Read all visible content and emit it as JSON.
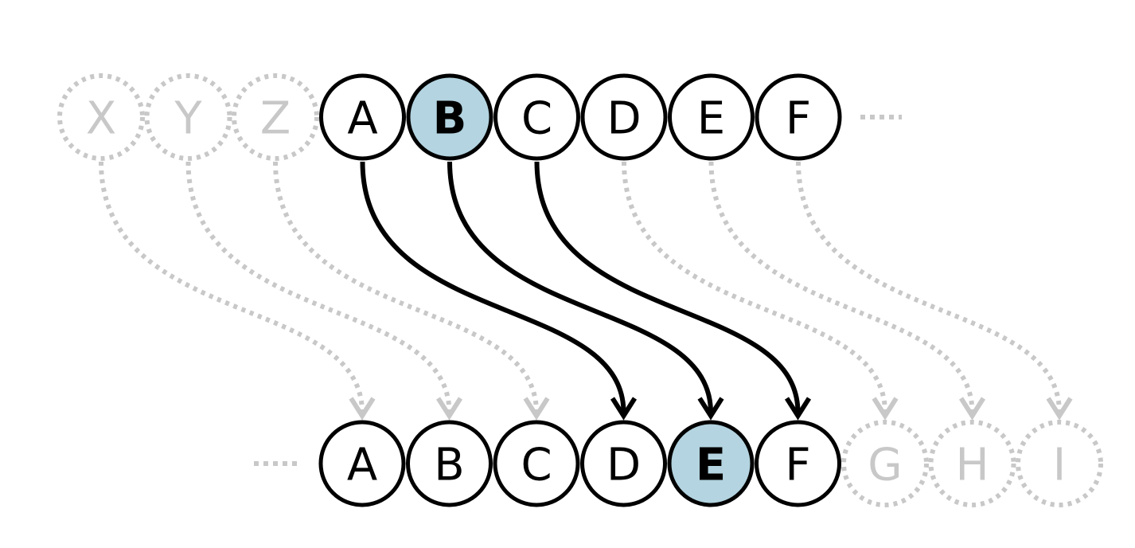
{
  "colors": {
    "active_stroke": "#000000",
    "ghost_stroke": "#c8c8c8",
    "highlight_fill": "#b3d4e0",
    "node_fill": "#ffffff"
  },
  "top_row": {
    "ghost_before": [
      "X",
      "Y",
      "Z"
    ],
    "active": [
      "A",
      "B",
      "C",
      "D",
      "E",
      "F"
    ],
    "highlighted": "B",
    "trailing_ellipsis": true
  },
  "bottom_row": {
    "leading_ellipsis": true,
    "active": [
      "A",
      "B",
      "C",
      "D",
      "E",
      "F"
    ],
    "ghost_after": [
      "G",
      "H",
      "I"
    ],
    "highlighted": "E"
  },
  "arrows": {
    "solid": [
      {
        "from": "A",
        "to": "D"
      },
      {
        "from": "B",
        "to": "E"
      },
      {
        "from": "C",
        "to": "F"
      }
    ],
    "dotted": [
      {
        "from": "X",
        "to": "A"
      },
      {
        "from": "Y",
        "to": "B"
      },
      {
        "from": "Z",
        "to": "C"
      },
      {
        "from": "D",
        "to": "G"
      },
      {
        "from": "E",
        "to": "H"
      },
      {
        "from": "F",
        "to": "I"
      }
    ]
  }
}
